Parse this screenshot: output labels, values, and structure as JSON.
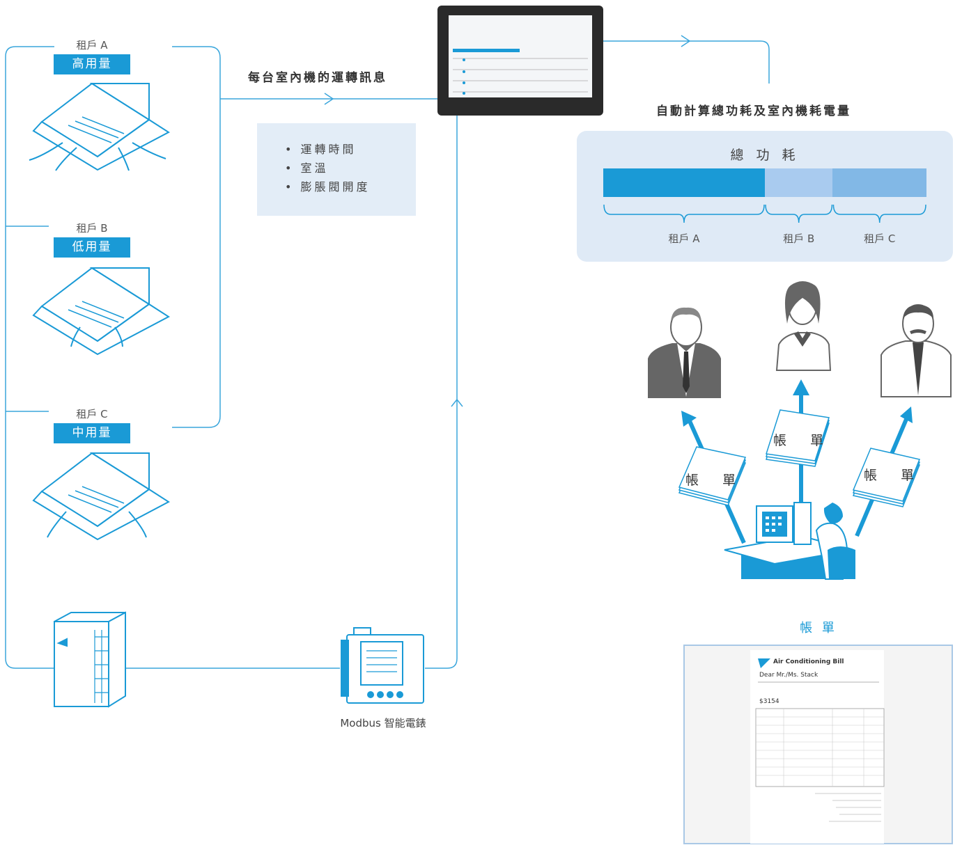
{
  "tenants": [
    {
      "name": "租戶 A",
      "usage": "高用量"
    },
    {
      "name": "租戶 B",
      "usage": "低用量"
    },
    {
      "name": "租戶 C",
      "usage": "中用量"
    }
  ],
  "flow": {
    "title": "每台室內機的運轉訊息",
    "items": [
      "• 運轉時間",
      "• 室溫",
      "• 膨脹閥開度"
    ]
  },
  "calc": {
    "title": "自動計算總功耗及室內機耗電量",
    "panel_title": "總 功 耗",
    "segments": [
      {
        "label": "租戶 A",
        "share": 0.5,
        "color": "#1a9ad6"
      },
      {
        "label": "租戶 B",
        "share": 0.21,
        "color": "#a9cbef"
      },
      {
        "label": "租戶 C",
        "share": 0.29,
        "color": "#82b8e6"
      }
    ]
  },
  "bills": {
    "word": "帳 單",
    "section_title": "帳 單"
  },
  "meter": {
    "label": "Modbus 智能電錶"
  },
  "invoice": {
    "heading": "Air Conditioning Bill",
    "greeting": "Dear Mr./Ms. Stack",
    "amount": "$3154"
  },
  "colors": {
    "accent": "#1a9ad6",
    "line": "#3aa6dc",
    "panel": "#dfeaf6"
  }
}
